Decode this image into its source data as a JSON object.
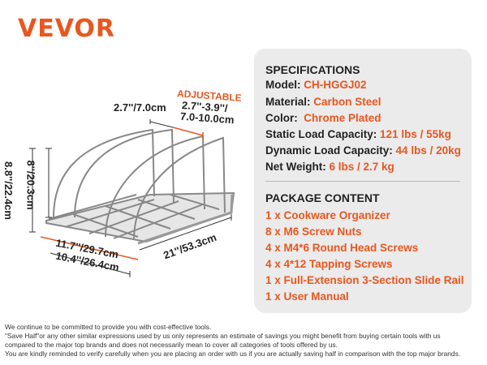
{
  "brand": {
    "logo": "VEVOR",
    "accent": "#e8571f"
  },
  "specifications": {
    "title": "SPECIFICATIONS",
    "rows": [
      {
        "label": "Model: ",
        "value": "CH-HGGJ02"
      },
      {
        "label": "Material: ",
        "value": "Carbon Steel"
      },
      {
        "label": "Color:  ",
        "value": "Chrome Plated"
      },
      {
        "label": "Static Load Capacity: ",
        "value": "121 lbs / 55kg"
      },
      {
        "label": "Dynamic Load Capacity: ",
        "value": "44 lbs / 20kg"
      },
      {
        "label": "Net Weight: ",
        "value": "6 lbs / 2.7 kg"
      }
    ]
  },
  "package": {
    "title": "PACKAGE CONTENT",
    "items": [
      "1 x Cookware Organizer",
      "8 x M6 Screw Nuts",
      "4 x M4*6 Round Head Screws",
      "4 x 4*12 Tapping Screws",
      "1 x Full-Extension 3-Section Slide Rail",
      "1 x User Manual"
    ]
  },
  "dimensions": {
    "adjustable": "ADJUSTABLE",
    "adjust_range_1": "2.7''-3.9''/",
    "adjust_range_2": "7.0-10.0cm",
    "spacing": "2.7''/7.0cm",
    "height_outer": "8.8''/22.4cm",
    "height_inner": "8''/20.3cm",
    "width_outer": "11.7''/29.7cm",
    "width_inner": "10.4''/26.4cm",
    "depth": "21''/53.3cm"
  },
  "disclaimer": [
    "We continue to be committed to provide you with cost-effective tools.",
    "\"Save Half\"or any other similar expressions used by us only represents an estimate of savings you might benefit from buying certain tools with us",
    "compared to the major top brands and does not necessarily mean to cover all categories of tools offered by us.",
    "You are kindly reminded to verify carefully when you are placing an order with us if you are actually saving half in comparison with the top major brands."
  ]
}
